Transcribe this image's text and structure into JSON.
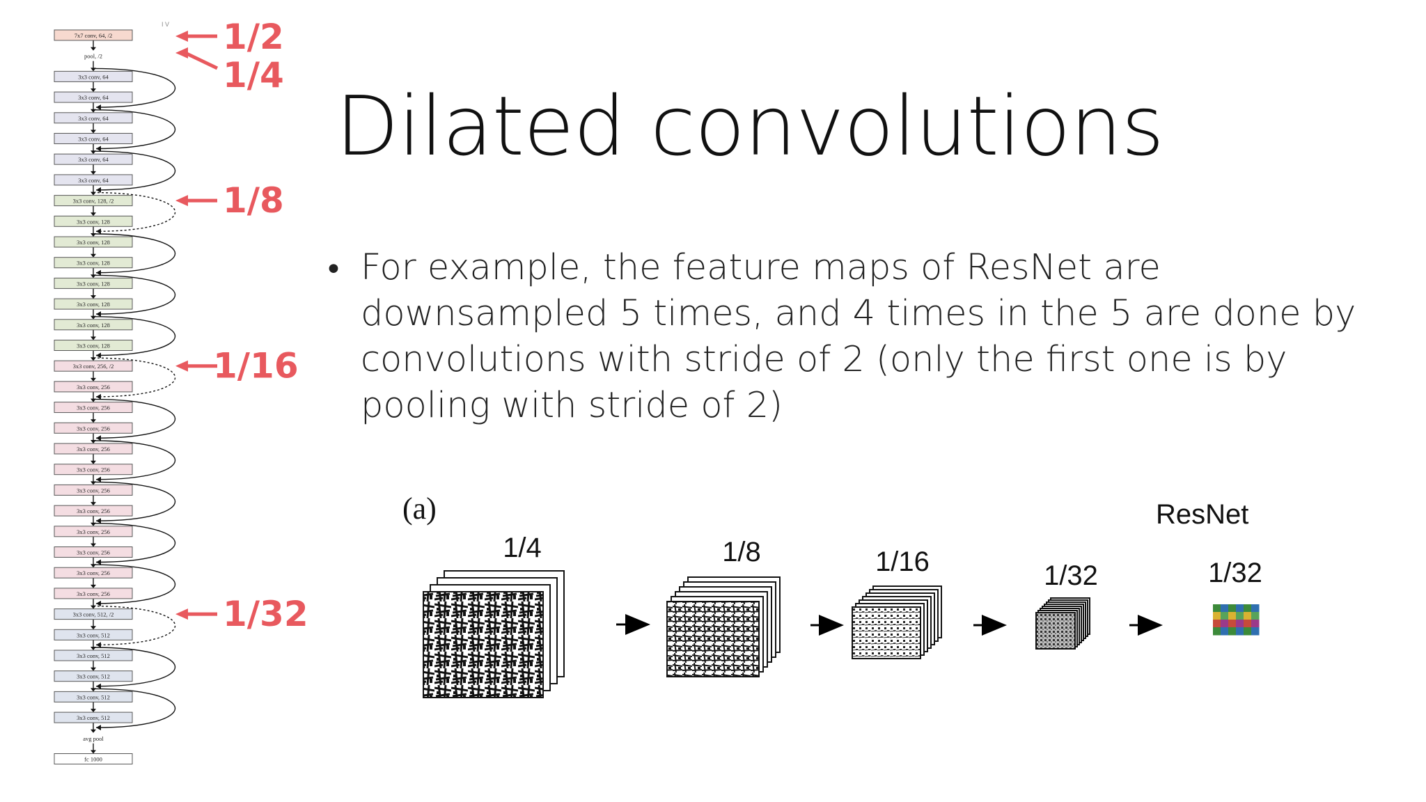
{
  "slide": {
    "title": "Dilated convolutions",
    "bullet": "For example, the feature maps of ResNet are downsampled 5 times, and 4 times in the 5 are done by convolutions with stride of 2 (only the first one is by pooling with stride of 2)"
  },
  "architecture": {
    "layers": [
      {
        "label": "7x7 conv, 64, /2",
        "group": "conv1"
      },
      {
        "label": "pool, /2",
        "group": "plain"
      },
      {
        "label": "3x3 conv, 64",
        "group": "c64"
      },
      {
        "label": "3x3 conv, 64",
        "group": "c64"
      },
      {
        "label": "3x3 conv, 64",
        "group": "c64"
      },
      {
        "label": "3x3 conv, 64",
        "group": "c64"
      },
      {
        "label": "3x3 conv, 64",
        "group": "c64"
      },
      {
        "label": "3x3 conv, 64",
        "group": "c64"
      },
      {
        "label": "3x3 conv, 128, /2",
        "group": "c128"
      },
      {
        "label": "3x3 conv, 128",
        "group": "c128"
      },
      {
        "label": "3x3 conv, 128",
        "group": "c128"
      },
      {
        "label": "3x3 conv, 128",
        "group": "c128"
      },
      {
        "label": "3x3 conv, 128",
        "group": "c128"
      },
      {
        "label": "3x3 conv, 128",
        "group": "c128"
      },
      {
        "label": "3x3 conv, 128",
        "group": "c128"
      },
      {
        "label": "3x3 conv, 128",
        "group": "c128"
      },
      {
        "label": "3x3 conv, 256, /2",
        "group": "c256"
      },
      {
        "label": "3x3 conv, 256",
        "group": "c256"
      },
      {
        "label": "3x3 conv, 256",
        "group": "c256"
      },
      {
        "label": "3x3 conv, 256",
        "group": "c256"
      },
      {
        "label": "3x3 conv, 256",
        "group": "c256"
      },
      {
        "label": "3x3 conv, 256",
        "group": "c256"
      },
      {
        "label": "3x3 conv, 256",
        "group": "c256"
      },
      {
        "label": "3x3 conv, 256",
        "group": "c256"
      },
      {
        "label": "3x3 conv, 256",
        "group": "c256"
      },
      {
        "label": "3x3 conv, 256",
        "group": "c256"
      },
      {
        "label": "3x3 conv, 256",
        "group": "c256"
      },
      {
        "label": "3x3 conv, 256",
        "group": "c256"
      },
      {
        "label": "3x3 conv, 512, /2",
        "group": "c512"
      },
      {
        "label": "3x3 conv, 512",
        "group": "c512"
      },
      {
        "label": "3x3 conv, 512",
        "group": "c512"
      },
      {
        "label": "3x3 conv, 512",
        "group": "c512"
      },
      {
        "label": "3x3 conv, 512",
        "group": "c512"
      },
      {
        "label": "3x3 conv, 512",
        "group": "c512"
      },
      {
        "label": "avg pool",
        "group": "plain"
      },
      {
        "label": "fc 1000",
        "group": "fc"
      }
    ],
    "scale_markers": [
      {
        "label": "1/2",
        "layer": 0
      },
      {
        "label": "1/4",
        "layer": 1
      },
      {
        "label": "1/8",
        "layer": 8
      },
      {
        "label": "1/16",
        "layer": 16
      },
      {
        "label": "1/32",
        "layer": 28
      }
    ],
    "colors": {
      "conv1": "#f7d9cf",
      "c64": "#e4e4ef",
      "c128": "#e2ead4",
      "c256": "#f4dde2",
      "c512": "#dfe4ee",
      "plain": "#ffffff",
      "fc": "#ffffff",
      "marker": "#e8595e"
    }
  },
  "figure": {
    "panel_label": "(a)",
    "network_label": "ResNet",
    "stages": [
      {
        "label": "1/4"
      },
      {
        "label": "1/8"
      },
      {
        "label": "1/16"
      },
      {
        "label": "1/32"
      },
      {
        "label": "1/32"
      }
    ]
  }
}
